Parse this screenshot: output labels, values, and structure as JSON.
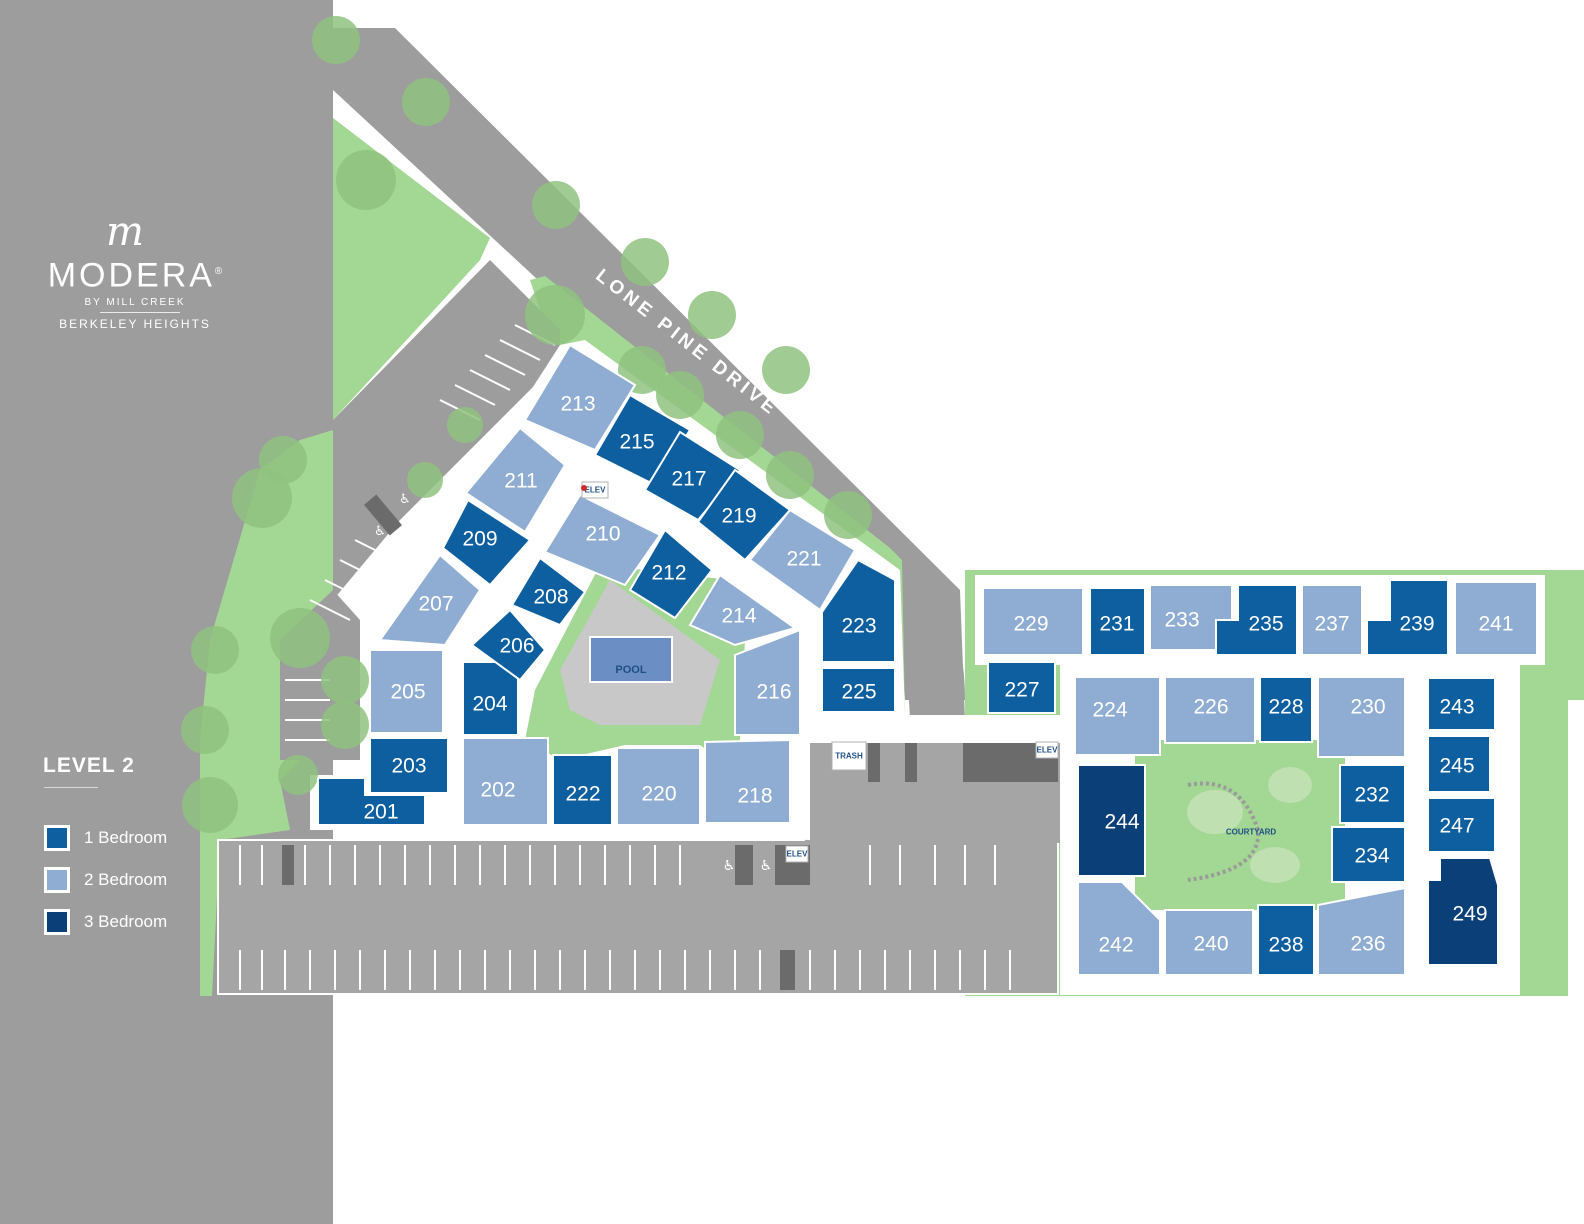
{
  "brand": {
    "logo_mark": "m-script-logo",
    "name": "MODERA",
    "registered": "®",
    "subtitle": "BY MILL CREEK",
    "location": "BERKELEY HEIGHTS"
  },
  "level_title": "LEVEL 2",
  "legend": [
    {
      "label": "1 Bedroom",
      "color": "#0e5fa0"
    },
    {
      "label": "2 Bedroom",
      "color": "#8fadd2"
    },
    {
      "label": "3 Bedroom",
      "color": "#0b3f78"
    }
  ],
  "street": "LONE PINE DRIVE",
  "amenities": {
    "pool": "POOL",
    "courtyard": "COURTYARD",
    "elevator": "ELEV",
    "trash": "TRASH"
  },
  "colors": {
    "one_bedroom": "#0e5fa0",
    "two_bedroom": "#8fadd2",
    "three_bedroom": "#0b3f78",
    "grass": "#a3d794",
    "tree": "#8fc27f",
    "road": "#9d9d9e",
    "parking": "#a5a5a6",
    "sidewalk": "#dcdcdc",
    "background": "#ffffff"
  },
  "units": [
    {
      "id": "201",
      "type": "1br"
    },
    {
      "id": "202",
      "type": "2br"
    },
    {
      "id": "203",
      "type": "1br"
    },
    {
      "id": "204",
      "type": "1br"
    },
    {
      "id": "205",
      "type": "2br"
    },
    {
      "id": "206",
      "type": "1br"
    },
    {
      "id": "207",
      "type": "2br"
    },
    {
      "id": "208",
      "type": "1br"
    },
    {
      "id": "209",
      "type": "1br"
    },
    {
      "id": "210",
      "type": "2br"
    },
    {
      "id": "211",
      "type": "2br"
    },
    {
      "id": "212",
      "type": "1br"
    },
    {
      "id": "213",
      "type": "2br"
    },
    {
      "id": "214",
      "type": "2br"
    },
    {
      "id": "215",
      "type": "1br"
    },
    {
      "id": "216",
      "type": "2br"
    },
    {
      "id": "217",
      "type": "1br"
    },
    {
      "id": "218",
      "type": "2br"
    },
    {
      "id": "219",
      "type": "1br"
    },
    {
      "id": "220",
      "type": "2br"
    },
    {
      "id": "221",
      "type": "2br"
    },
    {
      "id": "222",
      "type": "1br"
    },
    {
      "id": "223",
      "type": "1br"
    },
    {
      "id": "224",
      "type": "2br"
    },
    {
      "id": "225",
      "type": "1br"
    },
    {
      "id": "226",
      "type": "2br"
    },
    {
      "id": "227",
      "type": "1br"
    },
    {
      "id": "228",
      "type": "1br"
    },
    {
      "id": "229",
      "type": "2br"
    },
    {
      "id": "230",
      "type": "2br"
    },
    {
      "id": "231",
      "type": "1br"
    },
    {
      "id": "232",
      "type": "1br"
    },
    {
      "id": "233",
      "type": "2br"
    },
    {
      "id": "234",
      "type": "1br"
    },
    {
      "id": "235",
      "type": "1br"
    },
    {
      "id": "236",
      "type": "2br"
    },
    {
      "id": "237",
      "type": "2br"
    },
    {
      "id": "238",
      "type": "1br"
    },
    {
      "id": "239",
      "type": "1br"
    },
    {
      "id": "240",
      "type": "2br"
    },
    {
      "id": "241",
      "type": "2br"
    },
    {
      "id": "242",
      "type": "2br"
    },
    {
      "id": "243",
      "type": "1br"
    },
    {
      "id": "244",
      "type": "3br"
    },
    {
      "id": "245",
      "type": "1br"
    },
    {
      "id": "247",
      "type": "1br"
    },
    {
      "id": "249",
      "type": "3br"
    }
  ]
}
